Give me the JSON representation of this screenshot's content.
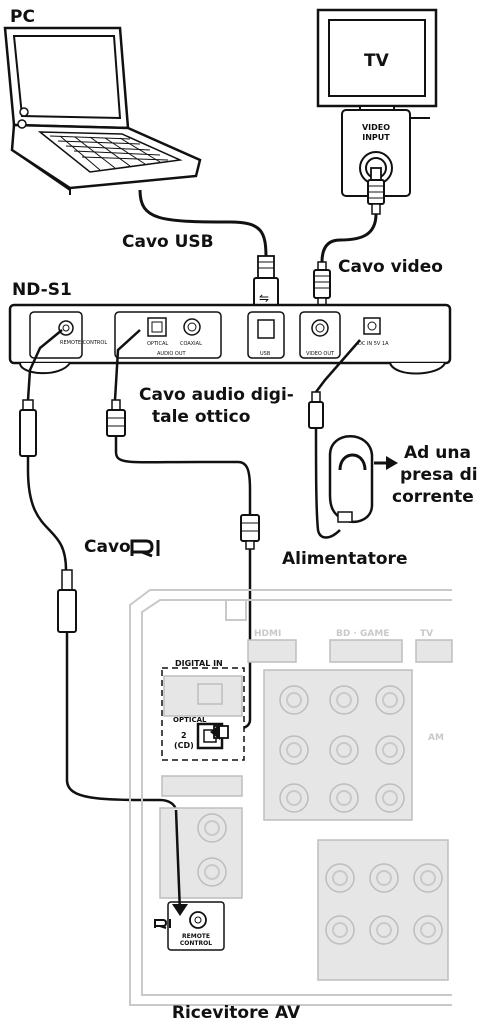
{
  "labels": {
    "pc": "PC",
    "tv": "TV",
    "tv_input_line1": "VIDEO",
    "tv_input_line2": "INPUT",
    "usb_cable": "Cavo USB",
    "video_cable": "Cavo video",
    "device": "ND-S1",
    "optical_cable_line1": "Cavo audio digi-",
    "optical_cable_line2": "tale ottico",
    "outlet_line1": "Ad una",
    "outlet_line2": "presa di",
    "outlet_line3": "corrente",
    "ri_cable_prefix": "Cavo",
    "power_adapter": "Alimentatore",
    "receiver": "Ricevitore AV"
  },
  "device_panel": {
    "remote_control": "REMOTE CONTROL",
    "optical": "OPTICAL",
    "coaxial": "COAXIAL",
    "audio_out": "AUDIO OUT",
    "usb": "USB",
    "video_out": "VIDEO OUT",
    "dc_in": "DC IN 5V 1A"
  },
  "receiver_panel": {
    "digital_in": "DIGITAL IN",
    "optical": "OPTICAL",
    "input2_line1": "2",
    "input2_line2": "(CD)",
    "remote_control_line1": "REMOTE",
    "remote_control_line2": "CONTROL"
  }
}
